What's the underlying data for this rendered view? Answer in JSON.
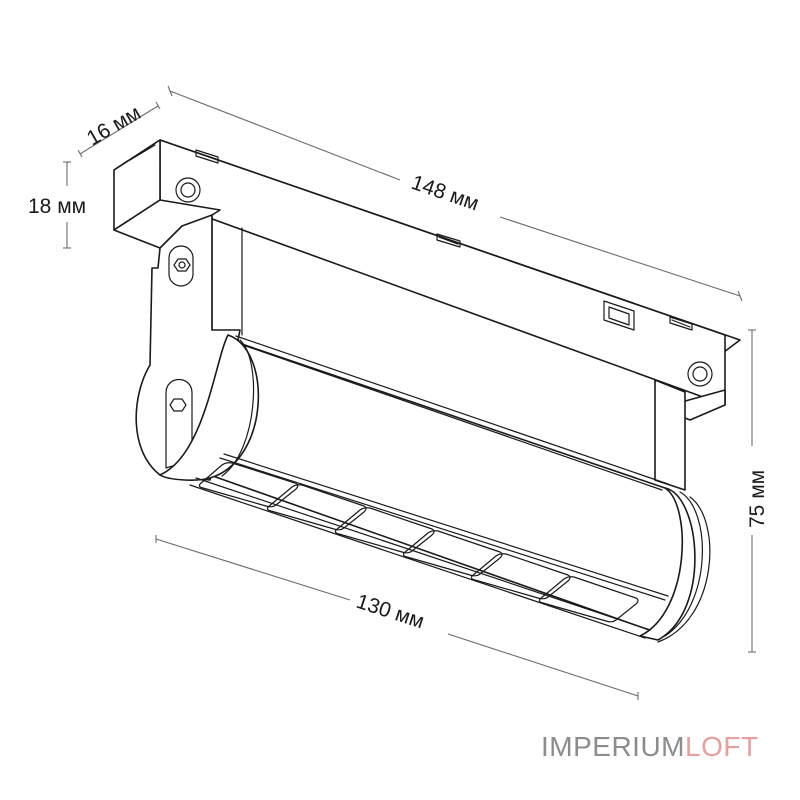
{
  "diagram": {
    "type": "product-dimension-drawing",
    "subject": "LED track spotlight (magnetic track, tilting cylindrical head with 6 lens cells)",
    "line_color": "#1a1a1a",
    "dimension_line_color": "#6b6b6b",
    "background": "#ffffff"
  },
  "dimensions": {
    "depth": {
      "label": "16 мм",
      "value": 16,
      "unit": "мм"
    },
    "height_adapter": {
      "label": "18 мм",
      "value": 18,
      "unit": "мм"
    },
    "length_adapter": {
      "label": "148 мм",
      "value": 148,
      "unit": "мм"
    },
    "height_total": {
      "label": "75 мм",
      "value": 75,
      "unit": "мм"
    },
    "length_head": {
      "label": "130 мм",
      "value": 130,
      "unit": "мм"
    }
  },
  "parts": {
    "lens_cells_count": 6,
    "mount_screws_count": 2,
    "contact_slots_count": 4
  },
  "brand": {
    "part1": "IMPERIUM",
    "part2": "LOFT",
    "color1": "#8c8c8c",
    "color2": "#e8a09c"
  }
}
